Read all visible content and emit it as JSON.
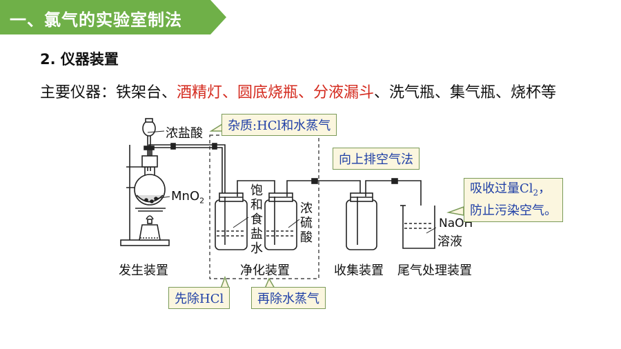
{
  "header": {
    "title": "一、氯气的实验室制法"
  },
  "section": {
    "title": "2. 仪器装置"
  },
  "instruments": {
    "label": "主要仪器：",
    "plain1": "铁架台、",
    "red1": "酒精灯、圆底烧瓶、分液漏斗",
    "plain2": "、洗气瓶、集气瓶、烧杯等"
  },
  "labels": {
    "conc_hcl": "浓盐酸",
    "mno2": "MnO",
    "mno2_sub": "2",
    "nacl_sat": "饱和食盐水",
    "conc_h2so4": "浓硫酸",
    "naoh": "NaOH",
    "solution": "溶液",
    "gen": "发生装置",
    "purify": "净化装置",
    "collect": "收集装置",
    "tail": "尾气处理装置"
  },
  "callouts": {
    "impurity": "杂质:HCl和水蒸气",
    "upward": "向上排空气法",
    "absorb_line1_a": "吸收过量Cl",
    "absorb_line1_sub": "2",
    "absorb_line1_b": "，",
    "absorb_line2": "防止污染空气。",
    "remove_hcl": "先除HCl",
    "remove_water": "再除水蒸气"
  },
  "colors": {
    "banner": "#6fb048",
    "accent_red": "#d42a1e",
    "callout_text": "#1f3fa6",
    "callout_bg": "#fbf6df"
  }
}
